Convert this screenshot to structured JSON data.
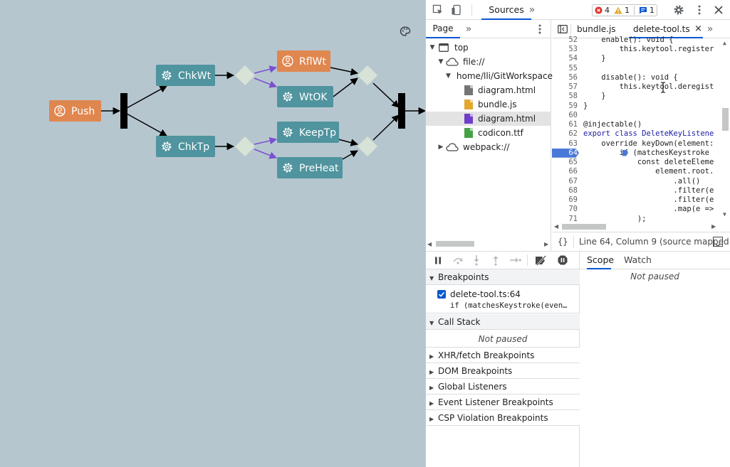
{
  "diagram": {
    "palette_icon": "palette-icon",
    "nodes": [
      {
        "id": "push",
        "label": "Push",
        "kind": "user",
        "color": "#e0864f"
      },
      {
        "id": "chkwt",
        "label": "ChkWt",
        "kind": "gear",
        "color": "#4f949f"
      },
      {
        "id": "chktp",
        "label": "ChkTp",
        "kind": "gear",
        "color": "#4f949f"
      },
      {
        "id": "rflwt",
        "label": "RflWt",
        "kind": "user",
        "color": "#e0864f"
      },
      {
        "id": "wtok",
        "label": "WtOK",
        "kind": "gear",
        "color": "#4f949f"
      },
      {
        "id": "keeptp",
        "label": "KeepTp",
        "kind": "gear",
        "color": "#4f949f"
      },
      {
        "id": "preheat",
        "label": "PreHeat",
        "kind": "gear",
        "color": "#4f949f"
      }
    ],
    "colors": {
      "background": "#b6c6cf",
      "decision": "#d7e3d6",
      "edge": "#000000",
      "choice_edge": "#7b4fd1"
    }
  },
  "devtools": {
    "toolbar": {
      "inspect_icon": "inspect-element-icon",
      "device_icon": "device-toolbar-icon",
      "active_tab": "Sources",
      "more_tabs_icon": "chevron-double-right-icon",
      "errors": "4",
      "warnings": "1",
      "messages": "1",
      "settings_icon": "gear-icon",
      "menu_icon": "kebab-menu-icon",
      "close_icon": "close-icon"
    },
    "navigator": {
      "tab": "Page",
      "tree": [
        {
          "label": "top",
          "icon": "frame-icon",
          "expanded": true
        },
        {
          "label": "file://",
          "icon": "cloud-icon",
          "expanded": true
        },
        {
          "label": "home/lli/GitWorkspace",
          "icon": "folder-icon",
          "expanded": true
        },
        {
          "label": "diagram.html",
          "icon": "file-icon",
          "color": "#757575"
        },
        {
          "label": "bundle.js",
          "icon": "file-icon",
          "color": "#e3a72c"
        },
        {
          "label": "diagram.html",
          "icon": "file-icon",
          "color": "#6f3ec9",
          "selected": true
        },
        {
          "label": "codicon.ttf",
          "icon": "file-icon",
          "color": "#46a046"
        },
        {
          "label": "webpack://",
          "icon": "cloud-icon",
          "expanded": false
        }
      ]
    },
    "editor": {
      "tabs": [
        {
          "label": "bundle.js",
          "active": false
        },
        {
          "label": "delete-tool.ts",
          "active": true
        }
      ],
      "breakpoint_line": 64,
      "lines": [
        {
          "n": "52",
          "text": "    enable(): void {"
        },
        {
          "n": "53",
          "text": "        this.keytool.register"
        },
        {
          "n": "54",
          "text": "    }"
        },
        {
          "n": "55",
          "text": ""
        },
        {
          "n": "56",
          "text": "    disable(): void {"
        },
        {
          "n": "57",
          "text": "        this.keytool.deregist"
        },
        {
          "n": "58",
          "text": "    }"
        },
        {
          "n": "59",
          "text": "}"
        },
        {
          "n": "60",
          "text": ""
        },
        {
          "n": "61",
          "text": "@injectable()"
        },
        {
          "n": "62",
          "text": "export class DeleteKeyListene"
        },
        {
          "n": "63",
          "text": "    override keyDown(element:"
        },
        {
          "n": "64",
          "text": "        if (matchesKeystroke"
        },
        {
          "n": "65",
          "text": "            const deleteEleme"
        },
        {
          "n": "66",
          "text": "                element.root."
        },
        {
          "n": "67",
          "text": "                    .all()"
        },
        {
          "n": "68",
          "text": "                    .filter(e"
        },
        {
          "n": "69",
          "text": "                    .filter(e"
        },
        {
          "n": "70",
          "text": "                    .map(e =>"
        },
        {
          "n": "71",
          "text": "            );"
        }
      ],
      "status": "Line 64, Column 9  (source mapped",
      "format_icon": "curly-braces-icon"
    },
    "debugger": {
      "breakpoints_title": "Breakpoints",
      "breakpoint_file": "delete-tool.ts:64",
      "breakpoint_code": "if (matchesKeystroke(even…",
      "call_stack_title": "Call Stack",
      "not_paused": "Not paused",
      "sections": [
        "XHR/fetch Breakpoints",
        "DOM Breakpoints",
        "Global Listeners",
        "Event Listener Breakpoints",
        "CSP Violation Breakpoints"
      ]
    },
    "scope": {
      "tabs": [
        "Scope",
        "Watch"
      ],
      "not_paused": "Not paused"
    }
  }
}
